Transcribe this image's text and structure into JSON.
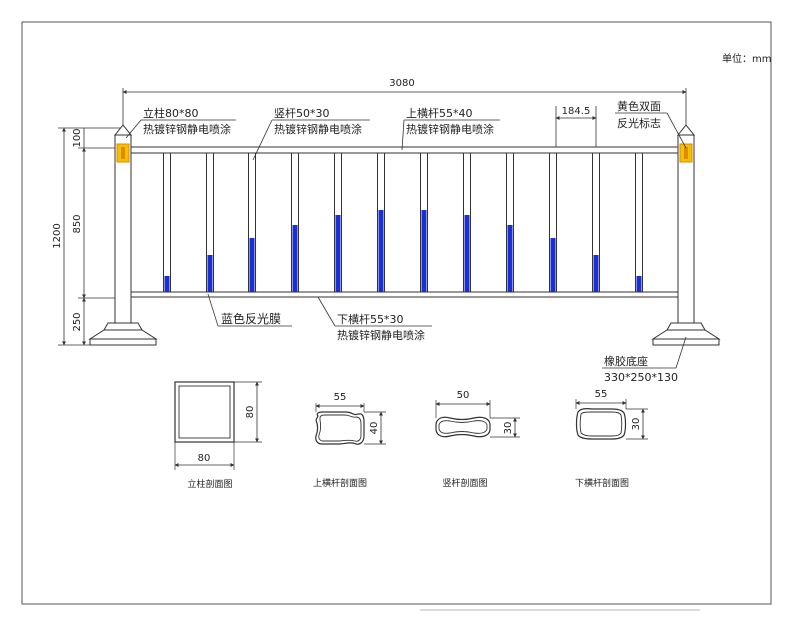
{
  "unit": "单位：mm",
  "dims": {
    "total_width": "3080",
    "pitch": "184.5",
    "total_height": "1200",
    "top_band": "100",
    "mid_height": "850",
    "base_height": "250"
  },
  "callouts": {
    "post": [
      "立柱80*80",
      "热镀锌钢静电喷涂"
    ],
    "picket": [
      "竖杆50*30",
      "热镀锌钢静电喷涂"
    ],
    "top_rail": [
      "上横杆55*40",
      "热镀锌钢静电喷涂"
    ],
    "reflector": [
      "黄色双面",
      "反光标志"
    ],
    "blue_film": "蓝色反光膜",
    "bottom_rail": [
      "下横杆55*30",
      "热镀锌钢静电喷涂"
    ],
    "base": [
      "橡胶底座",
      "330*250*130"
    ]
  },
  "sections": [
    {
      "caption": "立柱剖面图",
      "w": "80",
      "h": "80"
    },
    {
      "caption": "上横杆剖面图",
      "w": "55",
      "h": "40"
    },
    {
      "caption": "竖杆剖面图",
      "w": "50",
      "h": "30"
    },
    {
      "caption": "下横杆剖面图",
      "w": "55",
      "h": "30"
    }
  ],
  "colors": {
    "stroke": "#333333",
    "blue": "#1a2fd6",
    "yellow": "#f2c200",
    "orange": "#e08a00"
  }
}
